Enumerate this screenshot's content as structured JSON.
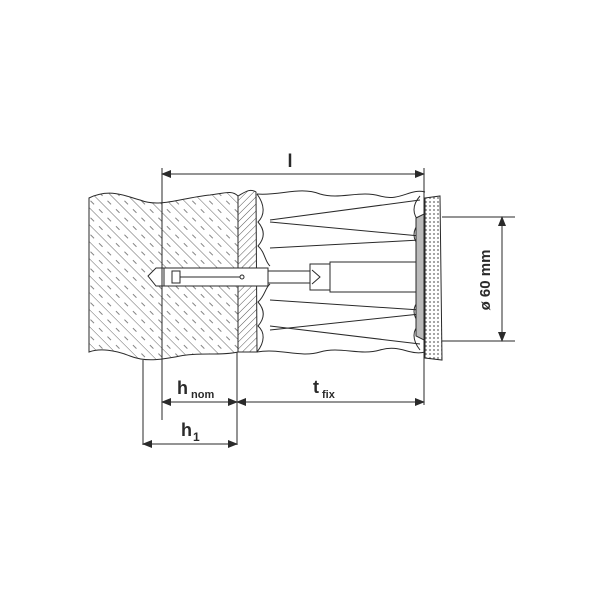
{
  "diagram": {
    "type": "technical-drawing",
    "subject": "insulation anchor in masonry wall with insulation layer and plaster",
    "labels": {
      "total_length": "l",
      "h_nom_main": "h",
      "h_nom_sub": "nom",
      "t_fix_main": "t",
      "t_fix_sub": "fix",
      "h1_main": "h",
      "h1_sub": "1",
      "diameter": "ø 60 mm"
    },
    "components": [
      "masonry-base",
      "plaster-layer",
      "insulation-layer",
      "anchor-plate",
      "anchor-dowel",
      "render-layer"
    ],
    "colors": {
      "line": "#2a2a2a",
      "background": "#ffffff"
    }
  }
}
